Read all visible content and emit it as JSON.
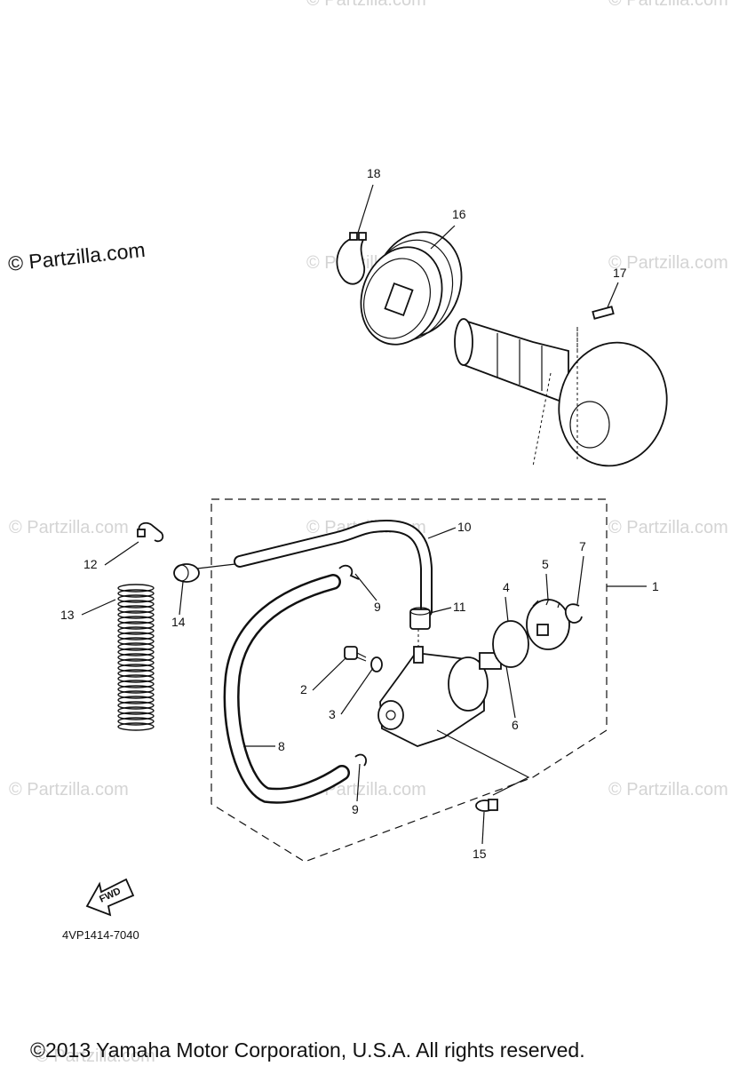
{
  "watermark": {
    "main": "© Partzilla.com",
    "faint": "© Partzilla.com"
  },
  "callouts": [
    "1",
    "2",
    "3",
    "4",
    "5",
    "6",
    "7",
    "8",
    "9",
    "9",
    "10",
    "11",
    "12",
    "13",
    "14",
    "15",
    "16",
    "17",
    "18"
  ],
  "diagram_part_number": "4VP1414-7040",
  "fwd_label": "FWD",
  "footer": "©2013 Yamaha Motor Corporation, U.S.A. All rights reserved."
}
